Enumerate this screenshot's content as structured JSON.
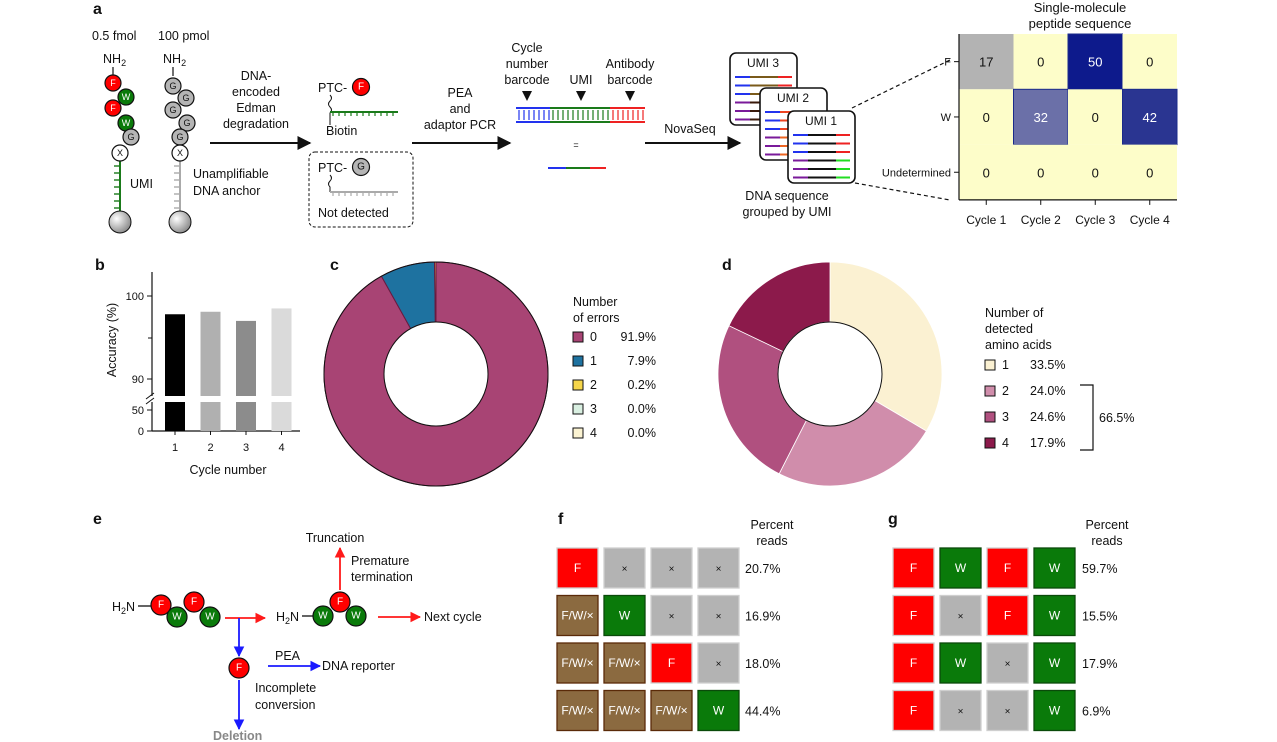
{
  "panel_a": {
    "label": "a",
    "amount_left": "0.5 fmol",
    "amount_right": "100 pmol",
    "nh": "NH",
    "nh_sub": "2",
    "peptide_left": [
      "F",
      "W",
      "F",
      "W",
      "G",
      "X"
    ],
    "peptide_right": [
      "G",
      "G",
      "G",
      "G",
      "G",
      "X"
    ],
    "umi_label": "UMI",
    "anchor_label": [
      "Unamplifiable",
      "DNA anchor"
    ],
    "step1": [
      "DNA-",
      "encoded",
      "Edman",
      "degradation"
    ],
    "ptc": "PTC-",
    "detected_residue": "F",
    "biotin": "Biotin",
    "undetected_residue": "G",
    "not_detected": "Not detected",
    "step2": [
      "PEA",
      "and",
      "adaptor PCR"
    ],
    "barcode_cycle": [
      "Cycle",
      "number",
      "barcode"
    ],
    "barcode_umi": "UMI",
    "barcode_antibody": [
      "Antibody",
      "barcode"
    ],
    "equals": "=",
    "step3": "NovaSeq",
    "umi_cards": [
      "UMI 3",
      "UMI 2",
      "UMI 1"
    ],
    "grouped": [
      "DNA sequence",
      "grouped by UMI"
    ]
  },
  "panel_b": {
    "label": "b"
  },
  "panel_c": {
    "label": "c",
    "legend_title": [
      "Number",
      "of errors"
    ]
  },
  "panel_d": {
    "label": "d",
    "legend_title": [
      "Number of",
      "detected",
      "amino acids"
    ],
    "bracket_label": "66.5%"
  },
  "chart_data": [
    {
      "id": "heatmap",
      "type": "heatmap",
      "title_lines": [
        "Single-molecule",
        "peptide sequence"
      ],
      "rows": [
        "F",
        "W",
        "Undetermined"
      ],
      "columns": [
        "Cycle 1",
        "Cycle 2",
        "Cycle 3",
        "Cycle 4"
      ],
      "values": [
        [
          17,
          0,
          50,
          0
        ],
        [
          0,
          32,
          0,
          42
        ],
        [
          0,
          0,
          0,
          0
        ]
      ],
      "cell_colors": [
        [
          "#b3b3b3",
          "#fdfdc9",
          "#0d1a8c",
          "#fdfdc9"
        ],
        [
          "#fdfdc9",
          "#6b70a8",
          "#fdfdc9",
          "#2a3591"
        ],
        [
          "#fdfdc9",
          "#fdfdc9",
          "#fdfdc9",
          "#fdfdc9"
        ]
      ]
    },
    {
      "id": "accuracy",
      "type": "bar",
      "categories": [
        "1",
        "2",
        "3",
        "4"
      ],
      "values": [
        97.8,
        98.1,
        97.0,
        98.5
      ],
      "colors": [
        "#000000",
        "#b0b0b0",
        "#8c8c8c",
        "#dadada"
      ],
      "xlabel": "Cycle number",
      "ylabel": "Accuracy (%)",
      "yticks": [
        0,
        50,
        90,
        100
      ],
      "axis_break": [
        50,
        90
      ],
      "ylim": [
        0,
        103
      ]
    },
    {
      "id": "errors",
      "type": "pie",
      "donut": true,
      "labels": [
        "0",
        "1",
        "2",
        "3",
        "4"
      ],
      "values": [
        91.9,
        7.9,
        0.2,
        0.0,
        0.0
      ],
      "value_labels": [
        "91.9%",
        "7.9%",
        "0.2%",
        "0.0%",
        "0.0%"
      ],
      "colors": [
        "#a84474",
        "#1e72a0",
        "#f6d64a",
        "#d9efe1",
        "#fbf3d2"
      ]
    },
    {
      "id": "detected",
      "type": "pie",
      "donut": true,
      "labels": [
        "1",
        "2",
        "3",
        "4"
      ],
      "values": [
        33.5,
        24.0,
        24.6,
        17.9
      ],
      "value_labels": [
        "33.5%",
        "24.0%",
        "24.6%",
        "17.9%"
      ],
      "colors": [
        "#fbf1d2",
        "#d08dab",
        "#b0507f",
        "#8c1a4b"
      ]
    }
  ],
  "panel_e": {
    "label": "e",
    "h": "H",
    "h_sub": "2",
    "n": "N",
    "peptide": [
      "F",
      "W",
      "F",
      "W"
    ],
    "peptide_next": [
      "W",
      "F",
      "W"
    ],
    "released": "F",
    "truncation": "Truncation",
    "premature": [
      "Premature",
      "termination"
    ],
    "next_cycle": "Next cycle",
    "pea": "PEA",
    "dna_reporter": "DNA reporter",
    "incomplete": [
      "Incomplete",
      "conversion"
    ],
    "deletion": "Deletion"
  },
  "panel_f": {
    "label": "f",
    "header": [
      "Percent",
      "reads"
    ],
    "rows": [
      {
        "cells": [
          "F",
          "×",
          "×",
          "×"
        ],
        "percent": "20.7%"
      },
      {
        "cells": [
          "F/W/×",
          "W",
          "×",
          "×"
        ],
        "percent": "16.9%"
      },
      {
        "cells": [
          "F/W/×",
          "F/W/×",
          "F",
          "×"
        ],
        "percent": "18.0%"
      },
      {
        "cells": [
          "F/W/×",
          "F/W/×",
          "F/W/×",
          "W"
        ],
        "percent": "44.4%"
      }
    ]
  },
  "panel_g": {
    "label": "g",
    "header": [
      "Percent",
      "reads"
    ],
    "rows": [
      {
        "cells": [
          "F",
          "W",
          "F",
          "W"
        ],
        "percent": "59.7%"
      },
      {
        "cells": [
          "F",
          "×",
          "F",
          "W"
        ],
        "percent": "15.5%"
      },
      {
        "cells": [
          "F",
          "W",
          "×",
          "W"
        ],
        "percent": "17.9%"
      },
      {
        "cells": [
          "F",
          "×",
          "×",
          "W"
        ],
        "percent": "6.9%"
      }
    ]
  },
  "colors": {
    "F": "#ff0000",
    "W": "#0a7a0a",
    "W_light": "#22dd22",
    "G": "#b5b5b5",
    "X": "#ffffff",
    "unknown": "#8b6a40",
    "blank": "#b3b3b3",
    "red_arrow": "#ff1a1a",
    "blue_arrow": "#1a1aff"
  }
}
